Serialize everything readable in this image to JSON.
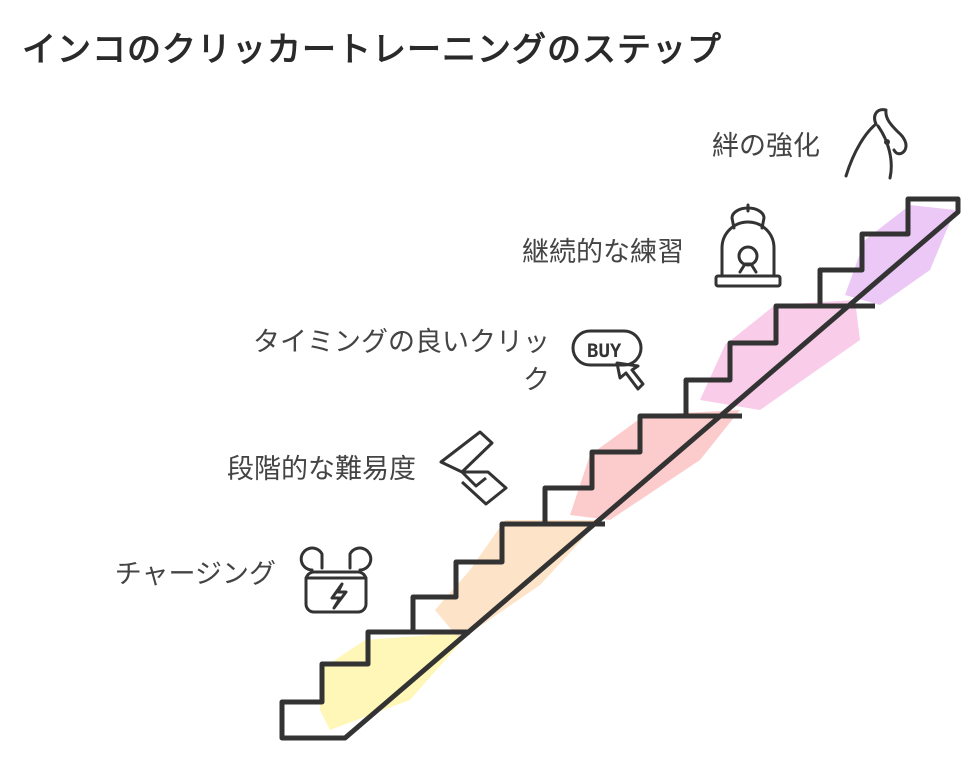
{
  "title": "インコのクリッカートレーニングのステップ",
  "steps": [
    {
      "label": "チャージング",
      "icon": "charging-earbuds-icon",
      "color": "#fff6b0"
    },
    {
      "label": "段階的な難易度",
      "icon": "flutter-logo-icon",
      "color": "#fde0c2"
    },
    {
      "label": "タイミングの良いクリック",
      "icon": "buy-click-icon",
      "color": "#fcc6c6"
    },
    {
      "label": "継続的な練習",
      "icon": "birdcage-icon",
      "color": "#f8c7e8"
    },
    {
      "label": "絆の強化",
      "icon": "cockatoo-icon",
      "color": "#e9c2f5"
    }
  ]
}
